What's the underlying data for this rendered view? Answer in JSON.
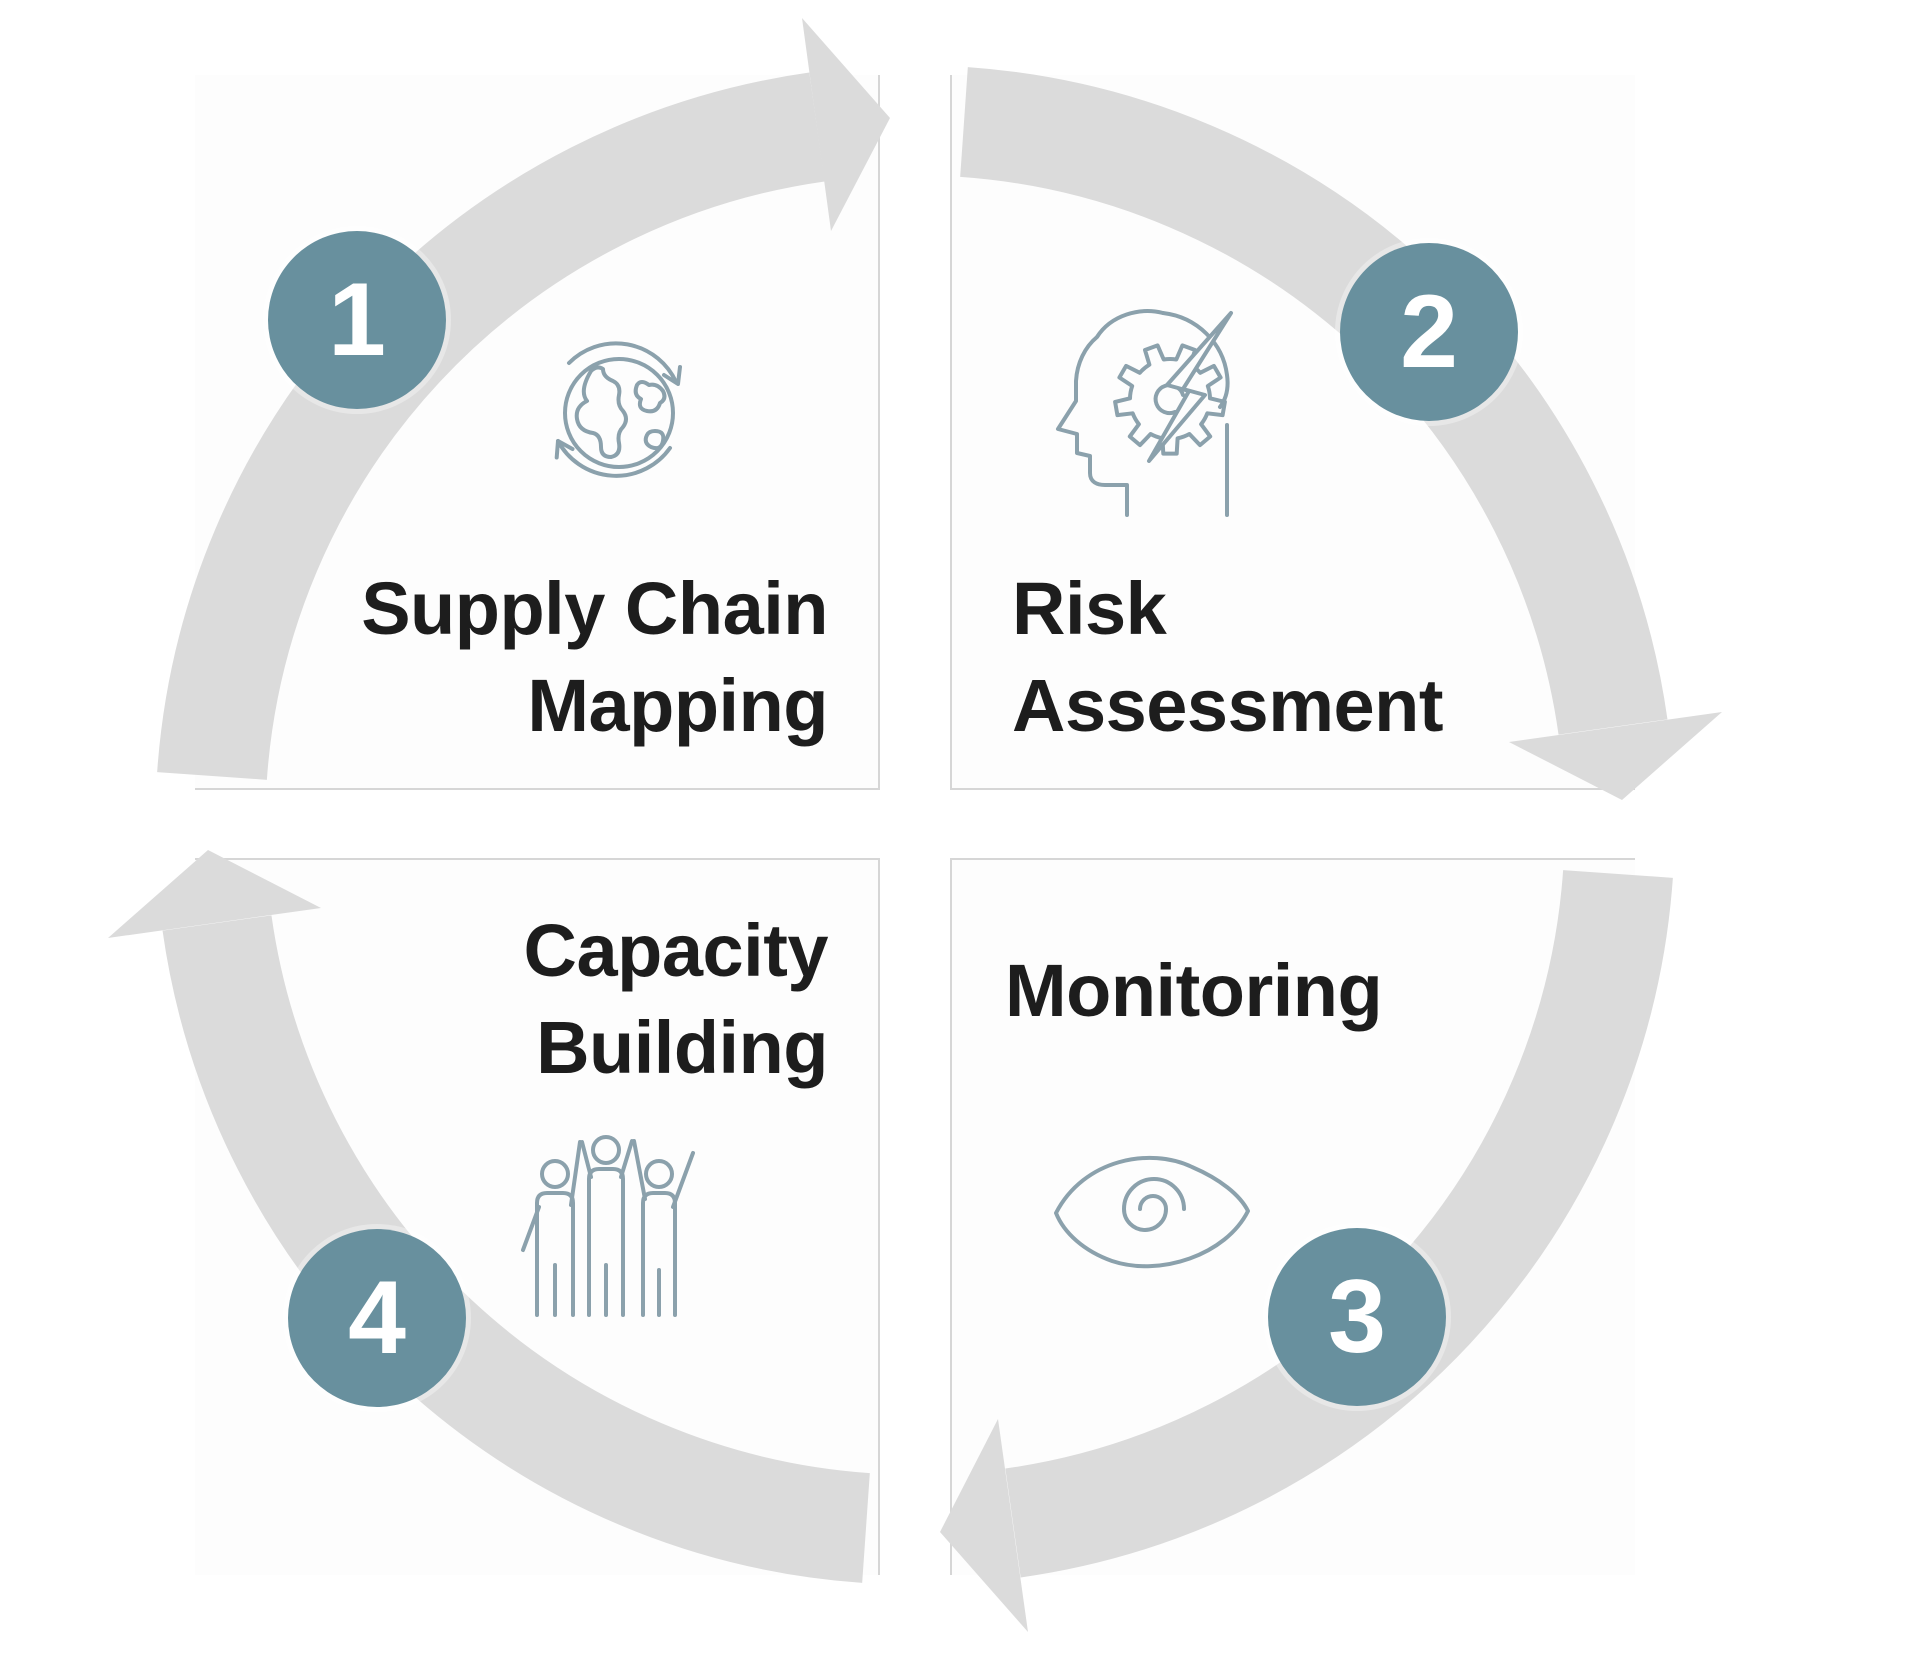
{
  "diagram": {
    "type": "cycle",
    "direction": "clockwise",
    "steps": [
      {
        "number": "1",
        "label": "Supply Chain Mapping",
        "label_lines": [
          "Supply Chain",
          "Mapping"
        ],
        "icon": "globe-sync-icon"
      },
      {
        "number": "2",
        "label": "Risk Assessment",
        "label_lines": [
          "Risk",
          "Assessment"
        ],
        "icon": "head-gear-lightning-icon"
      },
      {
        "number": "3",
        "label": "Monitoring",
        "label_lines": [
          "Monitoring"
        ],
        "icon": "eye-icon"
      },
      {
        "number": "4",
        "label": "Capacity Building",
        "label_lines": [
          "Capacity",
          "Building"
        ],
        "icon": "people-raised-arms-icon"
      }
    ],
    "colors": {
      "badge_bg": "#68909e",
      "badge_text": "#ffffff",
      "ring": "#dbdbdb",
      "card_border": "#d6d6d6",
      "card_bg": "#fdfdfd",
      "title_text": "#1d1d1d",
      "icon_stroke": "#8ba1ac"
    }
  }
}
